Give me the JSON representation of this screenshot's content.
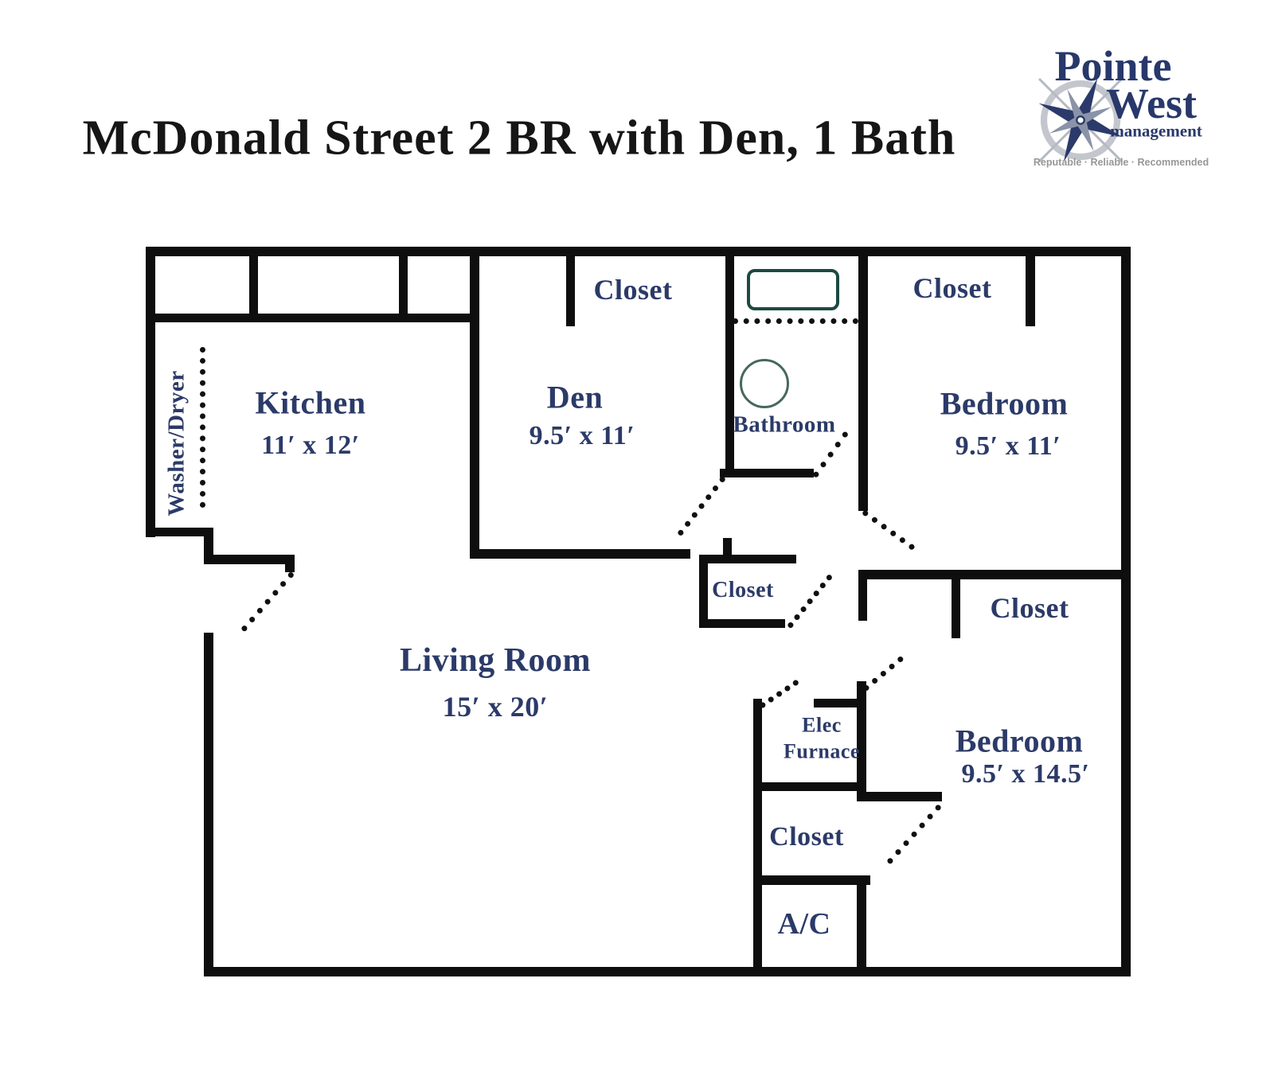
{
  "title": "McDonald Street 2 BR with Den, 1 Bath",
  "logo": {
    "line1": "Pointe",
    "line2": "West",
    "line3": "management",
    "tagline": "Reputable · Reliable · Recommended",
    "compass_icon": "compass-rose-icon",
    "navy": "#28386b",
    "tagline_gray": "#979797"
  },
  "labels": {
    "kitchen_name": "Kitchen",
    "kitchen_dim": "11′ x 12′",
    "washer_dryer": "Washer/Dryer",
    "den_name": "Den",
    "den_dim": "9.5′ x 11′",
    "closet_den": "Closet",
    "bathroom": "Bathroom",
    "closet_bed1": "Closet",
    "bed1_name": "Bedroom",
    "bed1_dim": "9.5′ x 11′",
    "living_name": "Living Room",
    "living_dim": "15′ x 20′",
    "closet_hall": "Closet",
    "closet_bed2": "Closet",
    "elec_line1": "Elec",
    "elec_line2": "Furnace",
    "bed2_name": "Bedroom",
    "bed2_dim": "9.5′ x 14.5′",
    "closet_util": "Closet",
    "ac": "A/C"
  },
  "colors": {
    "wall": "#0e0e0e",
    "room_label": "#2b3a68",
    "fixture_outline": "#1c4a43",
    "background": "#ffffff"
  }
}
